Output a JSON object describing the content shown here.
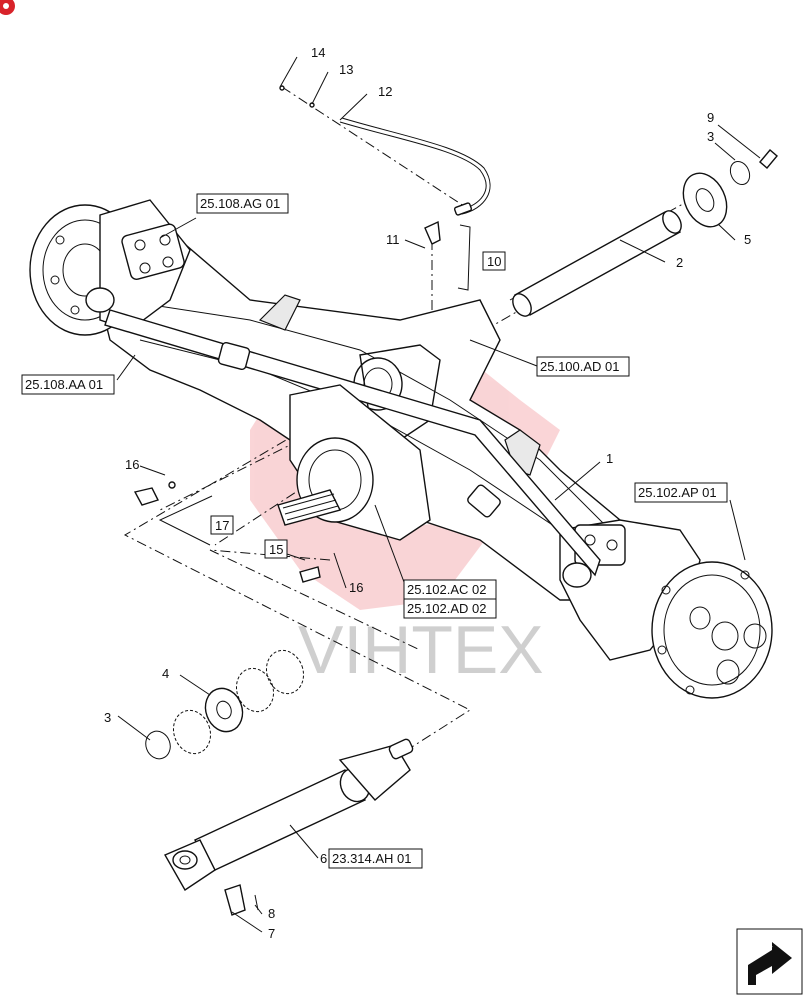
{
  "watermark": "VIHTEX",
  "item_numbers": {
    "n1": "1",
    "n2": "2",
    "n3a": "3",
    "n3b": "3",
    "n4": "4",
    "n5": "5",
    "n6": "6",
    "n7": "7",
    "n8": "8",
    "n9": "9",
    "n11": "11",
    "n12": "12",
    "n13": "13",
    "n14": "14",
    "n16a": "16",
    "n16b": "16"
  },
  "boxed_numbers": {
    "b10": "10",
    "b15": "15",
    "b17": "17"
  },
  "references": {
    "r_108_ag": "25.108.AG 01",
    "r_108_aa": "25.108.AA 01",
    "r_100_ad": "25.100.AD 01",
    "r_102_ap": "25.102.AP 01",
    "r_102_ac": "25.102.AC 02",
    "r_102_ad": "25.102.AD 02",
    "r_314_ah": "23.314.AH 01"
  },
  "colors": {
    "watermark_red": "#e8424a",
    "line": "#111111"
  },
  "icons": {
    "corner_logo": "brand-logo-icon",
    "nav": "next-page-arrow-icon"
  }
}
